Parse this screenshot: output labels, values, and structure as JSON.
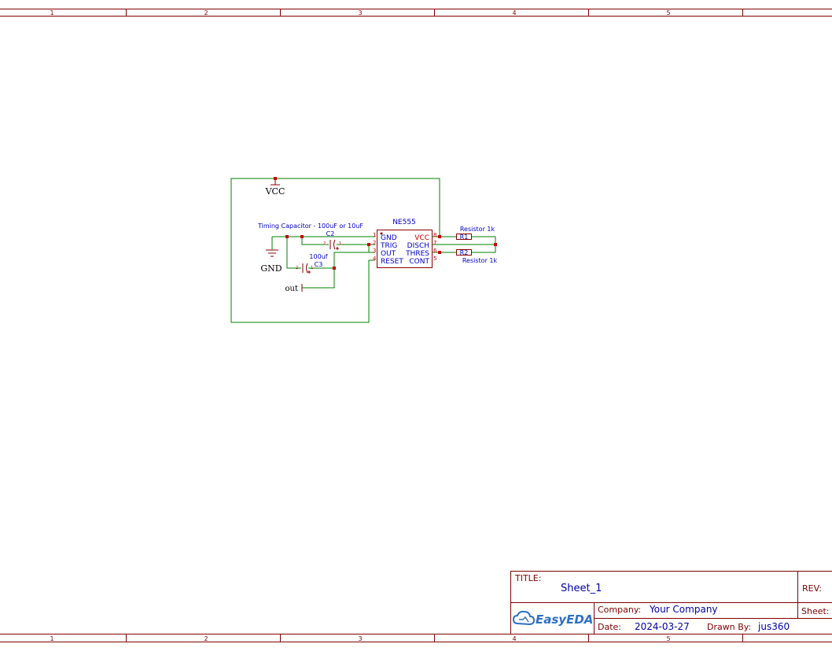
{
  "frame": {
    "top_ticks": [
      "1",
      "2",
      "3",
      "4",
      "5"
    ],
    "bottom_ticks": [
      "1",
      "2",
      "3",
      "4",
      "5"
    ]
  },
  "schematic": {
    "vcc_label": "VCC",
    "gnd_label": "GND",
    "out_label": "out",
    "timing_cap_note": "Timing Capacitor - 100uF or 10uF",
    "c2": {
      "designator": "C2",
      "pin1": "2",
      "pin2": "1"
    },
    "c3": {
      "designator": "C3",
      "value": "100uf",
      "pin1": "2",
      "pin2": "1"
    },
    "ne555": {
      "name": "NE555",
      "left_pins": [
        {
          "num": "1",
          "name": "GND"
        },
        {
          "num": "2",
          "name": "TRIG"
        },
        {
          "num": "3",
          "name": "OUT"
        },
        {
          "num": "4",
          "name": "RESET"
        }
      ],
      "right_pins": [
        {
          "num": "8",
          "name": "VCC"
        },
        {
          "num": "7",
          "name": "DISCH"
        },
        {
          "num": "6",
          "name": "THRES"
        },
        {
          "num": "5",
          "name": "CONT"
        }
      ]
    },
    "r1": {
      "designator": "R1",
      "value": "Resistor 1k"
    },
    "r2": {
      "designator": "R2",
      "value": "Resistor 1k"
    }
  },
  "title_block": {
    "title_label": "TITLE:",
    "title_value": "Sheet_1",
    "rev_label": "REV:",
    "company_label": "Company:",
    "company_value": "Your Company",
    "sheet_label": "Sheet:",
    "date_label": "Date:",
    "date_value": "2024-03-27",
    "drawn_by_label": "Drawn By:",
    "drawn_by_value": "jus360",
    "logo_text": "EasyEDA"
  },
  "colors": {
    "frame": "#800000",
    "wire": "#008000",
    "text_blue": "#0000cc",
    "pin_red": "#cc0000"
  }
}
